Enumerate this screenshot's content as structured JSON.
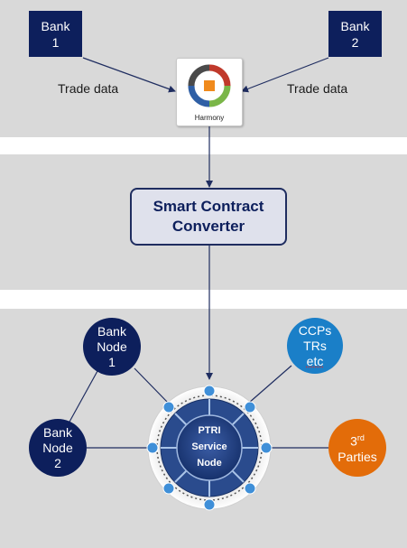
{
  "banks": [
    {
      "line1": "Bank",
      "line2": "1"
    },
    {
      "line1": "Bank",
      "line2": "2"
    }
  ],
  "trade_data": {
    "left": "Trade data",
    "right": "Trade data"
  },
  "harmony": {
    "label": "Harmony"
  },
  "converter": {
    "line1": "Smart Contract",
    "line2": "Converter"
  },
  "nodes": {
    "bank_node_1": {
      "line1": "Bank",
      "line2": "Node",
      "line3": "1"
    },
    "bank_node_2": {
      "line1": "Bank",
      "line2": "Node",
      "line3": "2"
    },
    "ccps": {
      "line1": "CCPs",
      "line2": "TRs",
      "line3": "etc"
    },
    "parties": {
      "line1": "3",
      "sup": "rd",
      "line2": "Parties"
    }
  },
  "service_node": {
    "line1": "PTRI",
    "line2": "Service",
    "line3": "Node"
  },
  "colors": {
    "navy": "#0d1f5c",
    "blue": "#1a7fc8",
    "orange": "#e36c09",
    "band_gray": "#d9d9d9",
    "converter_fill": "#dfe1ec"
  }
}
